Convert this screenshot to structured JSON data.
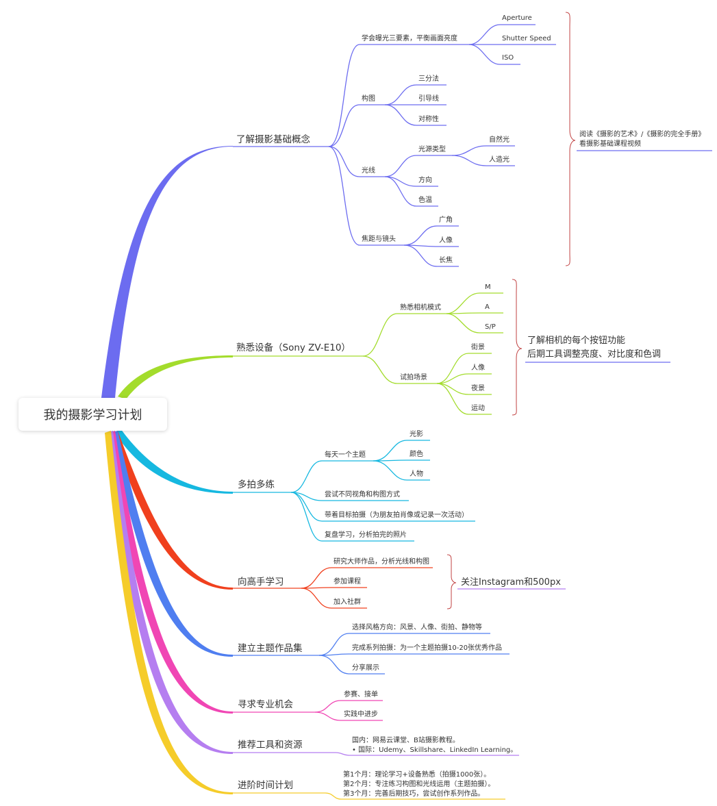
{
  "root": "我的摄影学习计划",
  "branches": {
    "basics": {
      "title": "了解摄影基础概念",
      "exposure": "学会曝光三要素，平衡画面亮度",
      "exposure_items": [
        "Aperture",
        "Shutter Speed",
        "ISO"
      ],
      "composition": "构图",
      "composition_items": [
        "三分法",
        "引导线",
        "对称性"
      ],
      "light": "光线",
      "light_source": "光源类型",
      "light_source_items": [
        "自然光",
        "人造光"
      ],
      "light_items": [
        "方向",
        "色温"
      ],
      "lens": "焦距与镜头",
      "lens_items": [
        "广角",
        "人像",
        "长焦"
      ],
      "note": [
        "阅读《摄影的艺术》/《摄影的完全手册》",
        "看摄影基础课程视频"
      ]
    },
    "gear": {
      "title": "熟悉设备（Sony ZV-E10）",
      "modes": "熟悉相机模式",
      "mode_items": [
        "M",
        "A",
        "S/P"
      ],
      "scenes": "试拍场景",
      "scene_items": [
        "街景",
        "人像",
        "夜景",
        "运动"
      ],
      "note": [
        "了解相机的每个按钮功能",
        "后期工具调整亮度、对比度和色调"
      ]
    },
    "practice": {
      "title": "多拍多练",
      "daily": "每天一个主题",
      "daily_items": [
        "光影",
        "颜色",
        "人物"
      ],
      "items": [
        "尝试不同视角和构图方式",
        "带着目标拍摄（为朋友拍肖像或记录一次活动）",
        "复盘学习，分析拍完的照片"
      ]
    },
    "masters": {
      "title": "向高手学习",
      "items": [
        "研究大师作品，分析光线和构图",
        "参加课程",
        "加入社群"
      ],
      "note": "关注Instagram和500px"
    },
    "portfolio": {
      "title": "建立主题作品集",
      "items": [
        "选择风格方向：风景、人像、街拍、静物等",
        "完成系列拍摄：为一个主题拍摄10-20张优秀作品",
        "分享展示"
      ]
    },
    "pro": {
      "title": "寻求专业机会",
      "items": [
        "参赛、接单",
        "实践中进步"
      ]
    },
    "tools": {
      "title": "推荐工具和资源",
      "lines": [
        "国内：网易云课堂、B站摄影教程。",
        "• 国际：Udemy、Skillshare、LinkedIn Learning。"
      ]
    },
    "timeline": {
      "title": "进阶时间计划",
      "lines": [
        "第1个月：理论学习+设备熟悉（拍摄1000张）。",
        "第2个月：专注练习构图和光线运用（主题拍摄）。",
        "第3个月：完善后期技巧，尝试创作系列作品。"
      ]
    }
  },
  "colors": {
    "basics": "#6c6cf0",
    "gear": "#a3dc2c",
    "practice": "#16b8e0",
    "masters": "#f0401e",
    "portfolio": "#4f7ef0",
    "pro": "#f046b4",
    "tools": "#b57ef0",
    "timeline": "#f5cc2a",
    "bracket": "#c04040"
  }
}
